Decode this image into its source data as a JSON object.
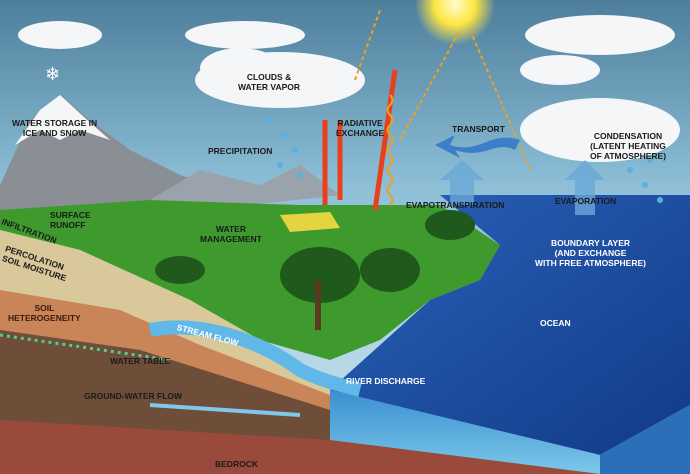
{
  "title": "Water cycle diagram",
  "labels": {
    "ice_snow": [
      "WATER STORAGE IN",
      "ICE AND SNOW"
    ],
    "clouds": [
      "CLOUDS &",
      "WATER VAPOR"
    ],
    "radiative": [
      "RADIATIVE",
      "EXCHANGE"
    ],
    "transport": "TRANSPORT",
    "condensation": [
      "CONDENSATION",
      "(LATENT HEATING",
      "OF ATMOSPHERE)"
    ],
    "precipitation": "PRECIPITATION",
    "surface_runoff": [
      "SURFACE",
      "RUNOFF"
    ],
    "infiltration": "INFILTRATION",
    "water_management": [
      "WATER",
      "MANAGEMENT"
    ],
    "evapotranspiration": "EVAPOTRANSPIRATION",
    "evaporation": "EVAPORATION",
    "boundary_layer": [
      "BOUNDARY LAYER",
      "(AND EXCHANGE",
      "WITH FREE ATMOSPHERE)"
    ],
    "percolation": [
      "PERCOLATION",
      "SOIL MOISTURE"
    ],
    "soil_heterogeneity": [
      "SOIL",
      "HETEROGENEITY"
    ],
    "stream_flow": "STREAM FLOW",
    "ocean": "OCEAN",
    "water_table": "WATER TABLE",
    "river_discharge": "RIVER DISCHARGE",
    "groundwater_flow": "GROUND-WATER FLOW",
    "bedrock": "BEDROCK"
  },
  "colors": {
    "sky": "#7fb4cf",
    "ocean": "#1f4fa0",
    "land": "#3f9a2e",
    "soil": "#7a5a40",
    "arrow_red": "#e8401c",
    "wave_orange": "#f0a020"
  }
}
